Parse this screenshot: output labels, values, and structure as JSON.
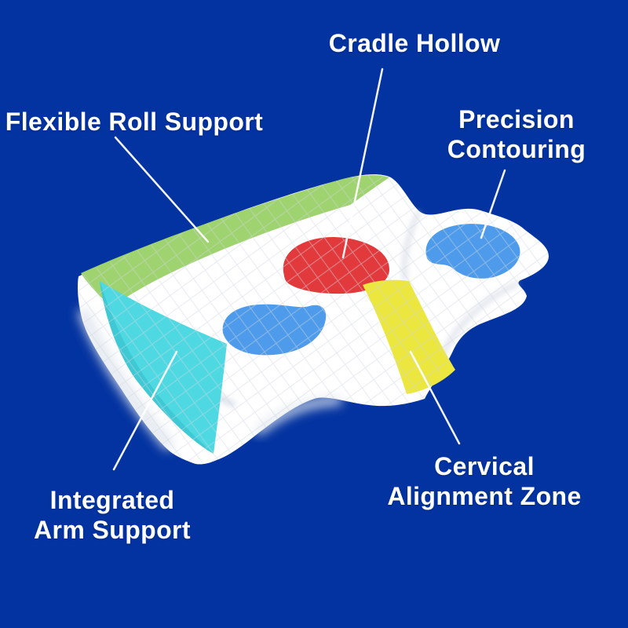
{
  "colors": {
    "background": "#0333a0",
    "text": "#ffffff",
    "leader_line": "#ffffff",
    "pillow_fabric": "#ffffff",
    "quilt_stitch": "#cfd6e0",
    "zone_cradle_hollow_red": "#e23a3c",
    "zone_flexible_roll_green": "#9fd36f",
    "zone_precision_contouring_blue": "#4d9bea",
    "zone_cervical_alignment_yellow": "#ece73f",
    "zone_arm_support_cyan": "#4ed9e2"
  },
  "annotations": {
    "cradle_hollow": {
      "lines": [
        "Cradle Hollow"
      ]
    },
    "flexible_roll_support": {
      "lines": [
        "Flexible Roll Support"
      ]
    },
    "precision_contouring": {
      "lines": [
        "Precision",
        "Contouring"
      ]
    },
    "cervical_alignment_zone": {
      "lines": [
        "Cervical",
        "Alignment Zone"
      ]
    },
    "integrated_arm_support": {
      "lines": [
        "Integrated",
        "Arm Support"
      ]
    }
  }
}
